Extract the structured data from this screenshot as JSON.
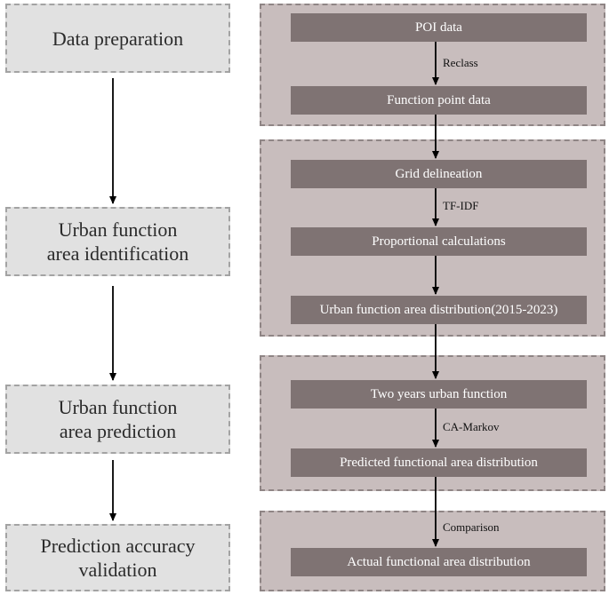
{
  "stages": [
    {
      "lines": [
        "Data preparation"
      ]
    },
    {
      "lines": [
        "Urban function",
        "area identification"
      ]
    },
    {
      "lines": [
        "Urban function",
        "area prediction"
      ]
    },
    {
      "lines": [
        "Prediction accuracy",
        "validation"
      ]
    }
  ],
  "steps": [
    "POI data",
    "Function point data",
    "Grid delineation",
    "Proportional calculations",
    "Urban function area distribution(2015-2023)",
    "Two years urban function",
    "Predicted functional area distribution",
    "Actual functional area distribution"
  ],
  "edge_labels": [
    "Reclass",
    "TF-IDF",
    "CA-Markov",
    "Comparison"
  ],
  "colors": {
    "stage_fill": "#e1e1e1",
    "group_fill": "#c8bdbd",
    "step_fill": "#7f7373",
    "arrow": "#000000"
  }
}
